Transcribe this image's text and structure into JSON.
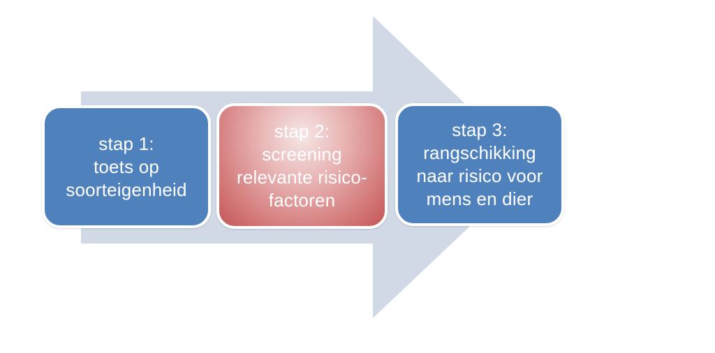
{
  "colors": {
    "arrow": "#d1d9e6",
    "step_blue": "#4f81bd",
    "step_red": "#cf6b6b",
    "border": "#ffffff",
    "text": "#ffffff"
  },
  "steps": [
    {
      "lines": [
        "stap 1:",
        "toets op",
        "soorteigenheid"
      ]
    },
    {
      "lines": [
        "stap 2:",
        "screening",
        "relevante risico-",
        "factoren"
      ]
    },
    {
      "lines": [
        "stap 3:",
        "rangschikking",
        "naar risico voor",
        "mens en dier"
      ]
    }
  ]
}
